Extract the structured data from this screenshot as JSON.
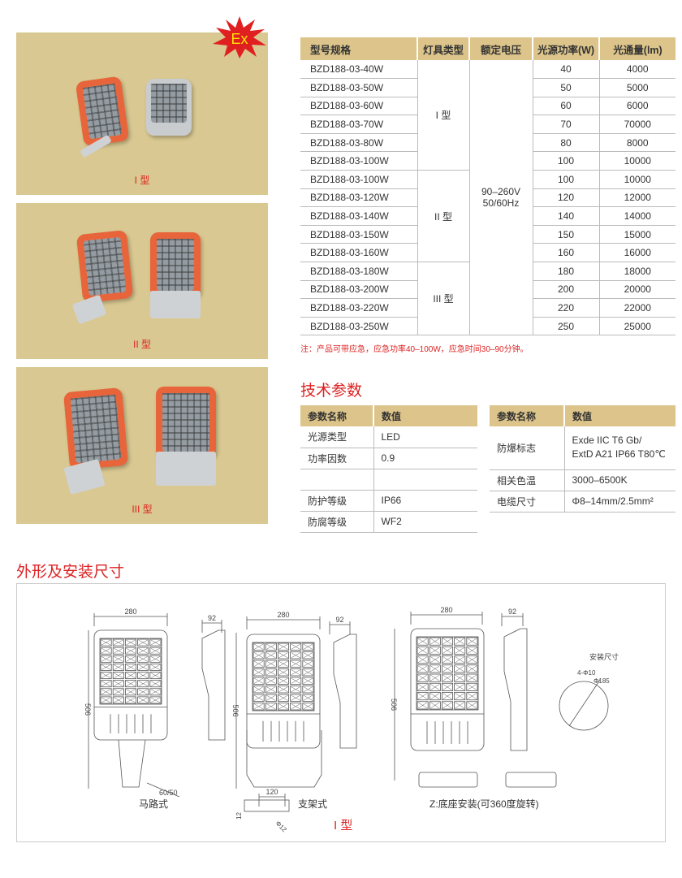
{
  "badge": "Ex",
  "products": [
    {
      "label": "I 型"
    },
    {
      "label": "II 型"
    },
    {
      "label": "III 型"
    }
  ],
  "spec_table": {
    "headers": [
      "型号规格",
      "灯具类型",
      "额定电压",
      "光源功率(W)",
      "光通量(lm)"
    ],
    "rows": [
      {
        "model": "BZD188-03-40W",
        "power": "40",
        "flux": "4000"
      },
      {
        "model": "BZD188-03-50W",
        "power": "50",
        "flux": "5000"
      },
      {
        "model": "BZD188-03-60W",
        "power": "60",
        "flux": "6000"
      },
      {
        "model": "BZD188-03-70W",
        "power": "70",
        "flux": "70000"
      },
      {
        "model": "BZD188-03-80W",
        "power": "80",
        "flux": "8000"
      },
      {
        "model": "BZD188-03-100W",
        "power": "100",
        "flux": "10000"
      },
      {
        "model": "BZD188-03-100W",
        "power": "100",
        "flux": "10000"
      },
      {
        "model": "BZD188-03-120W",
        "power": "120",
        "flux": "12000"
      },
      {
        "model": "BZD188-03-140W",
        "power": "140",
        "flux": "14000"
      },
      {
        "model": "BZD188-03-150W",
        "power": "150",
        "flux": "15000"
      },
      {
        "model": "BZD188-03-160W",
        "power": "160",
        "flux": "16000"
      },
      {
        "model": "BZD188-03-180W",
        "power": "180",
        "flux": "18000"
      },
      {
        "model": "BZD188-03-200W",
        "power": "200",
        "flux": "20000"
      },
      {
        "model": "BZD188-03-220W",
        "power": "220",
        "flux": "22000"
      },
      {
        "model": "BZD188-03-250W",
        "power": "250",
        "flux": "25000"
      }
    ],
    "types": [
      "I 型",
      "II 型",
      "III 型"
    ],
    "voltage_line1": "90–260V",
    "voltage_line2": "50/60Hz",
    "note": "注：产品可带应急，应急功率40–100W，应急时间30–90分钟。"
  },
  "tech": {
    "title": "技术参数",
    "headers": [
      "参数名称",
      "数值"
    ],
    "left": [
      [
        "光源类型",
        "LED"
      ],
      [
        "功率因数",
        "0.9"
      ],
      [
        "",
        ""
      ],
      [
        "防护等级",
        "IP66"
      ],
      [
        "防腐等级",
        "WF2"
      ]
    ],
    "right": {
      "ex_name": "防爆标志",
      "ex_val1": "Exde IIC T6 Gb/",
      "ex_val2": "ExtD A21 IP66 T80℃",
      "rows": [
        [
          "相关色温",
          "3000–6500K"
        ],
        [
          "电缆尺寸",
          "Φ8–14mm/2.5mm²"
        ]
      ]
    }
  },
  "dims": {
    "title": "外形及安装尺寸",
    "w": "280",
    "d": "92",
    "h": "506",
    "pole": "60/50",
    "bracket": "120",
    "hole": "Φ12",
    "t": "12",
    "mount_title": "安装尺寸",
    "holes": "4-Φ10",
    "pcd": "Φ185",
    "captions": [
      "马路式",
      "支架式",
      "Z:底座安装(可360度旋转)"
    ],
    "type_label": "I 型"
  }
}
